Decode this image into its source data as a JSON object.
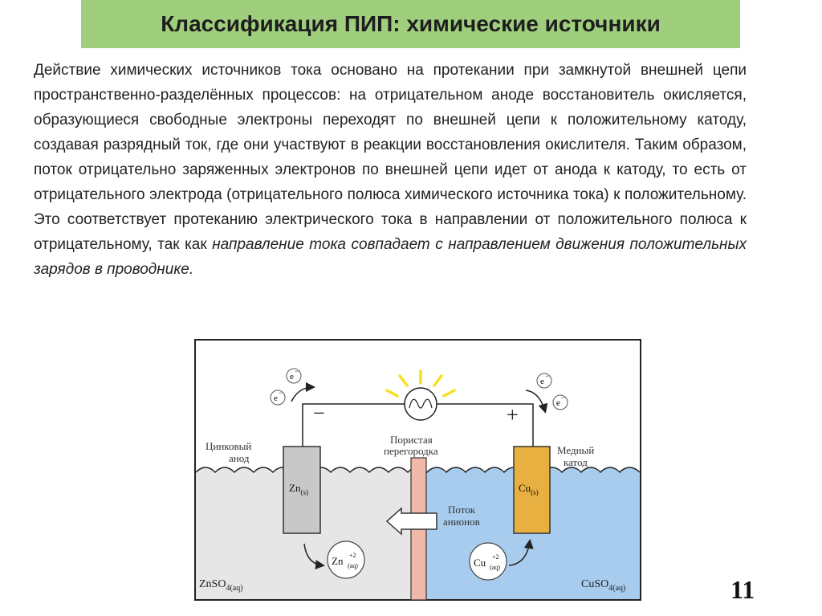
{
  "title": "Классификация ПИП: химические источники",
  "paragraph": {
    "regular": "Действие химических источников тока основано на протекании при замкнутой внешней цепи пространственно-разделённых процессов: на отрицательном аноде восстановитель окисляется, образующиеся свободные электроны переходят по внешней цепи к положительному катоду, создавая разрядный ток, где они участвуют в реакции восстановления окислителя. Таким образом, поток отрицательно заряженных электронов по внешней цепи идет от анода к катоду, то есть от отрицательного электрода (отрицательного полюса химического источника тока) к положительному. Это соответствует протеканию электрического тока в направлении от положительного полюса к отрицательному, так как ",
    "italic": "направление тока совпадает с направлением движения положительных зарядов в проводнике."
  },
  "diagram": {
    "electron": "e",
    "electron_sign": "−",
    "minus_sign": "−",
    "plus_sign": "+",
    "anode_label": [
      "Цинковый",
      "анод"
    ],
    "cathode_label": [
      "Медный",
      "катод"
    ],
    "membrane_label": [
      "Пористая",
      "перегородка"
    ],
    "flow_label": [
      "Поток",
      "анионов"
    ],
    "zn_electrode": {
      "symbol": "Zn",
      "sub": "(s)"
    },
    "cu_electrode": {
      "symbol": "Cu",
      "sub": "(s)"
    },
    "zn_ion": {
      "symbol": "Zn",
      "sup": "+2",
      "sub": "(aq)"
    },
    "cu_ion": {
      "symbol": "Cu",
      "sup": "+2",
      "sub": "(aq)"
    },
    "left_solution": {
      "symbol": "ZnSO",
      "sub": "4(aq)"
    },
    "right_solution": {
      "symbol": "CuSO",
      "sub": "4(aq)"
    },
    "colors": {
      "left_solution": "#e6e6e6",
      "right_solution": "#a8ccee",
      "zinc": "#c8c8c8",
      "copper": "#e8b040",
      "membrane": "#f0b8a8",
      "bulb_glow": "#f5e020"
    }
  },
  "page_number": "11"
}
